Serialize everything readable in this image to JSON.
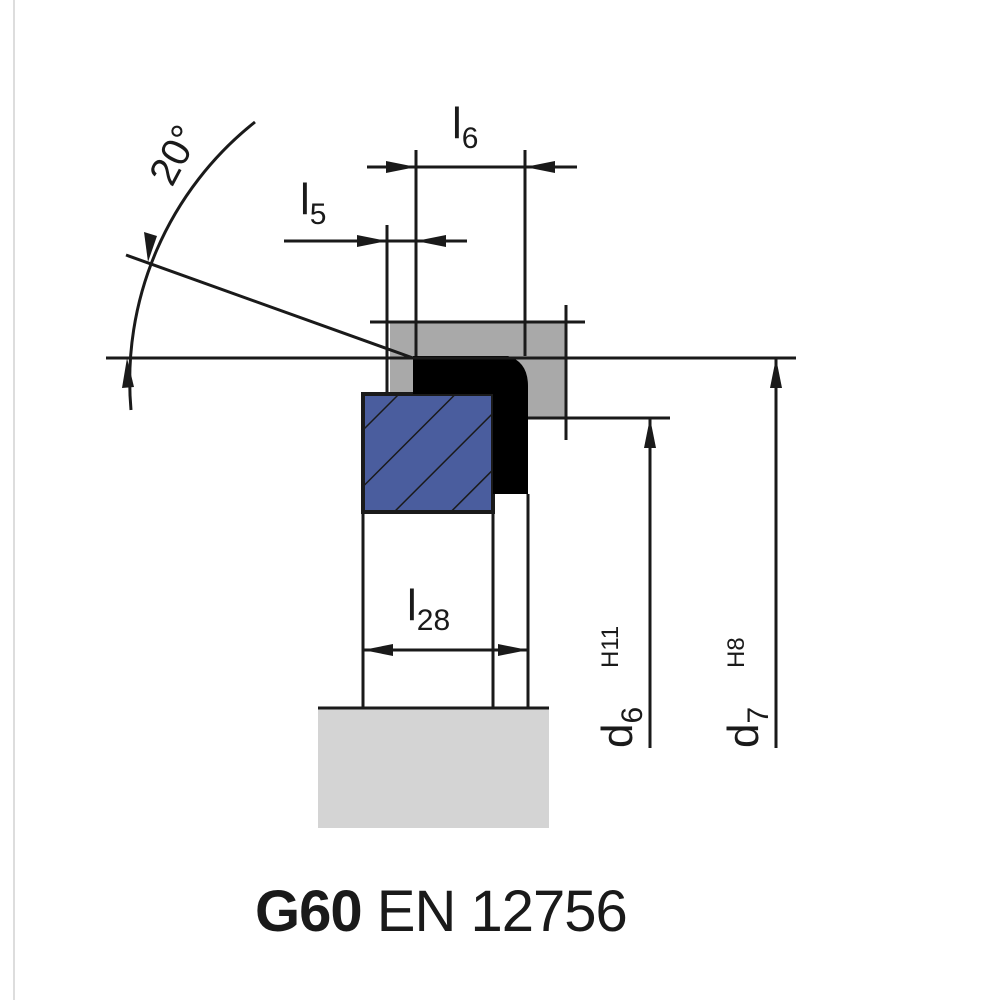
{
  "labels": {
    "angle": "20°",
    "l5": {
      "base": "l",
      "sub": "5"
    },
    "l6": {
      "base": "l",
      "sub": "6"
    },
    "l28": {
      "base": "l",
      "sub": "28"
    },
    "d6": {
      "base": "d",
      "sub": "6",
      "tol": "H11"
    },
    "d7": {
      "base": "d",
      "sub": "7",
      "tol": "H8"
    }
  },
  "caption": {
    "model": "G60",
    "standard": "EN 12756"
  },
  "colors": {
    "seal_face": "#4a5d9e",
    "seal_lip": "#000000",
    "housing": "#a9a9a9",
    "shaft": "#d4d4d4",
    "line": "#1a1a1a",
    "frame_edge": "#dddddd"
  }
}
